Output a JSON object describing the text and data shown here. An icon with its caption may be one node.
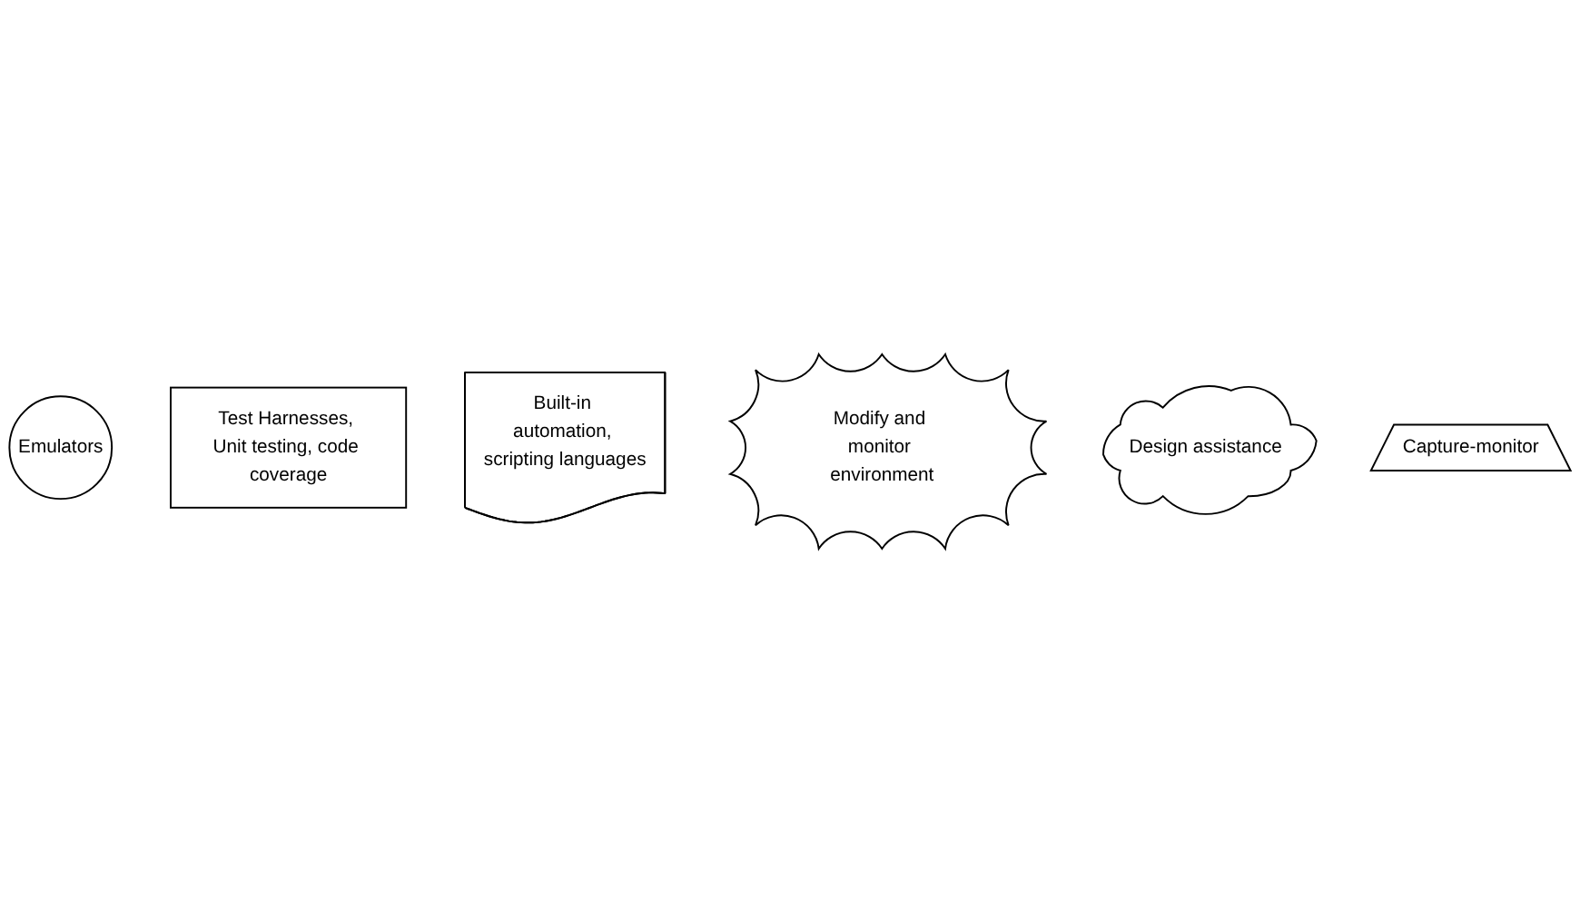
{
  "diagram": {
    "nodes": [
      {
        "text": [
          "Emulators"
        ]
      },
      {
        "text": [
          "Test Harnesses, Unit testing, code coverage"
        ]
      },
      {
        "text": [
          "Built-in automation, scripting languages"
        ]
      },
      {
        "text": [
          "Modify and monitor environment"
        ]
      },
      {
        "text": [
          "Design assistance"
        ]
      },
      {
        "text": [
          "Capture-monitor"
        ]
      }
    ]
  }
}
